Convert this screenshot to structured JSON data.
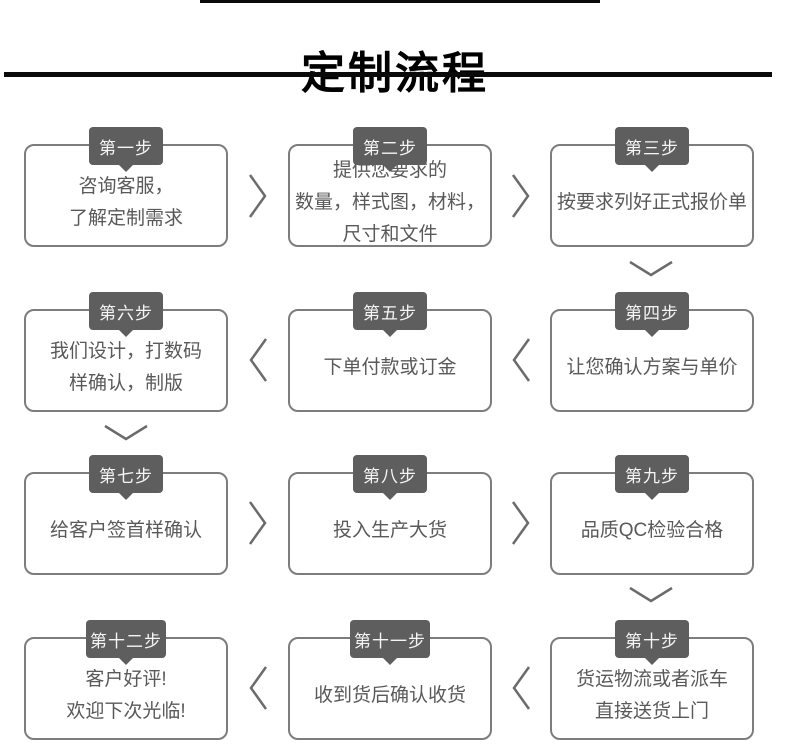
{
  "header": {
    "title": "定制流程"
  },
  "steps": [
    {
      "label": "第一步",
      "lines": [
        "咨询客服，",
        "了解定制需求"
      ]
    },
    {
      "label": "第二步",
      "lines": [
        "提供您要求的",
        "数量，样式图，材料，",
        "尺寸和文件"
      ]
    },
    {
      "label": "第三步",
      "lines": [
        "按要求列好正式报价单"
      ]
    },
    {
      "label": "第四步",
      "lines": [
        "让您确认方案与单价"
      ]
    },
    {
      "label": "第五步",
      "lines": [
        "下单付款或订金"
      ]
    },
    {
      "label": "第六步",
      "lines": [
        "我们设计，打数码",
        "样确认，制版"
      ]
    },
    {
      "label": "第七步",
      "lines": [
        "给客户签首样确认"
      ]
    },
    {
      "label": "第八步",
      "lines": [
        "投入生产大货"
      ]
    },
    {
      "label": "第九步",
      "lines": [
        "品质QC检验合格"
      ]
    },
    {
      "label": "第十步",
      "lines": [
        "货运物流或者派车",
        "直接送货上门"
      ]
    },
    {
      "label": "第十一步",
      "lines": [
        "收到货后确认收货"
      ]
    },
    {
      "label": "第十二步",
      "lines": [
        "客户好评!",
        "欢迎下次光临!"
      ]
    }
  ],
  "colors": {
    "badge_bg": "#5e5e5e",
    "badge_text": "#f5f5f5",
    "box_border": "#7d7d7d",
    "text": "#595959",
    "arrow": "#6b6b6b",
    "rule": "#0a0a0a"
  }
}
